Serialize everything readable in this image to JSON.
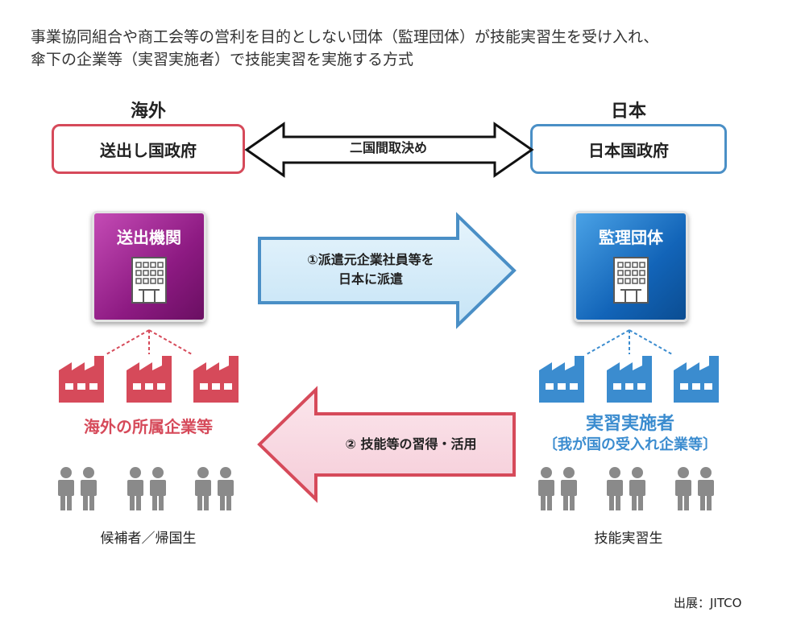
{
  "intro": {
    "line1": "事業協同組合や商工会等の営利を目的としない団体（監理団体）が技能実習生を受け入れ、",
    "line2": "傘下の企業等（実習実施者）で技能実習を実施する方式"
  },
  "overseas": {
    "heading": "海外",
    "gov": "送出し国政府",
    "org": "送出機関",
    "companies": "海外の所属企業等",
    "people_caption": "候補者／帰国生"
  },
  "japan": {
    "heading": "日本",
    "gov": "日本国政府",
    "org": "監理団体",
    "companies": "実習実施者",
    "companies_sub": "〔我が国の受入れ企業等〕",
    "people_caption": "技能実習生"
  },
  "arrows": {
    "bilateral": "二国間取決め",
    "dispatch_line1": "①派遣元企業社員等を",
    "dispatch_line2": "日本に派遣",
    "return": "② 技能等の習得・活用"
  },
  "source": "出展：JITCO",
  "colors": {
    "red": "#d64a5a",
    "blue": "#3b8ccf",
    "magenta": "#8d1a82",
    "person": "#8a8a8a"
  }
}
